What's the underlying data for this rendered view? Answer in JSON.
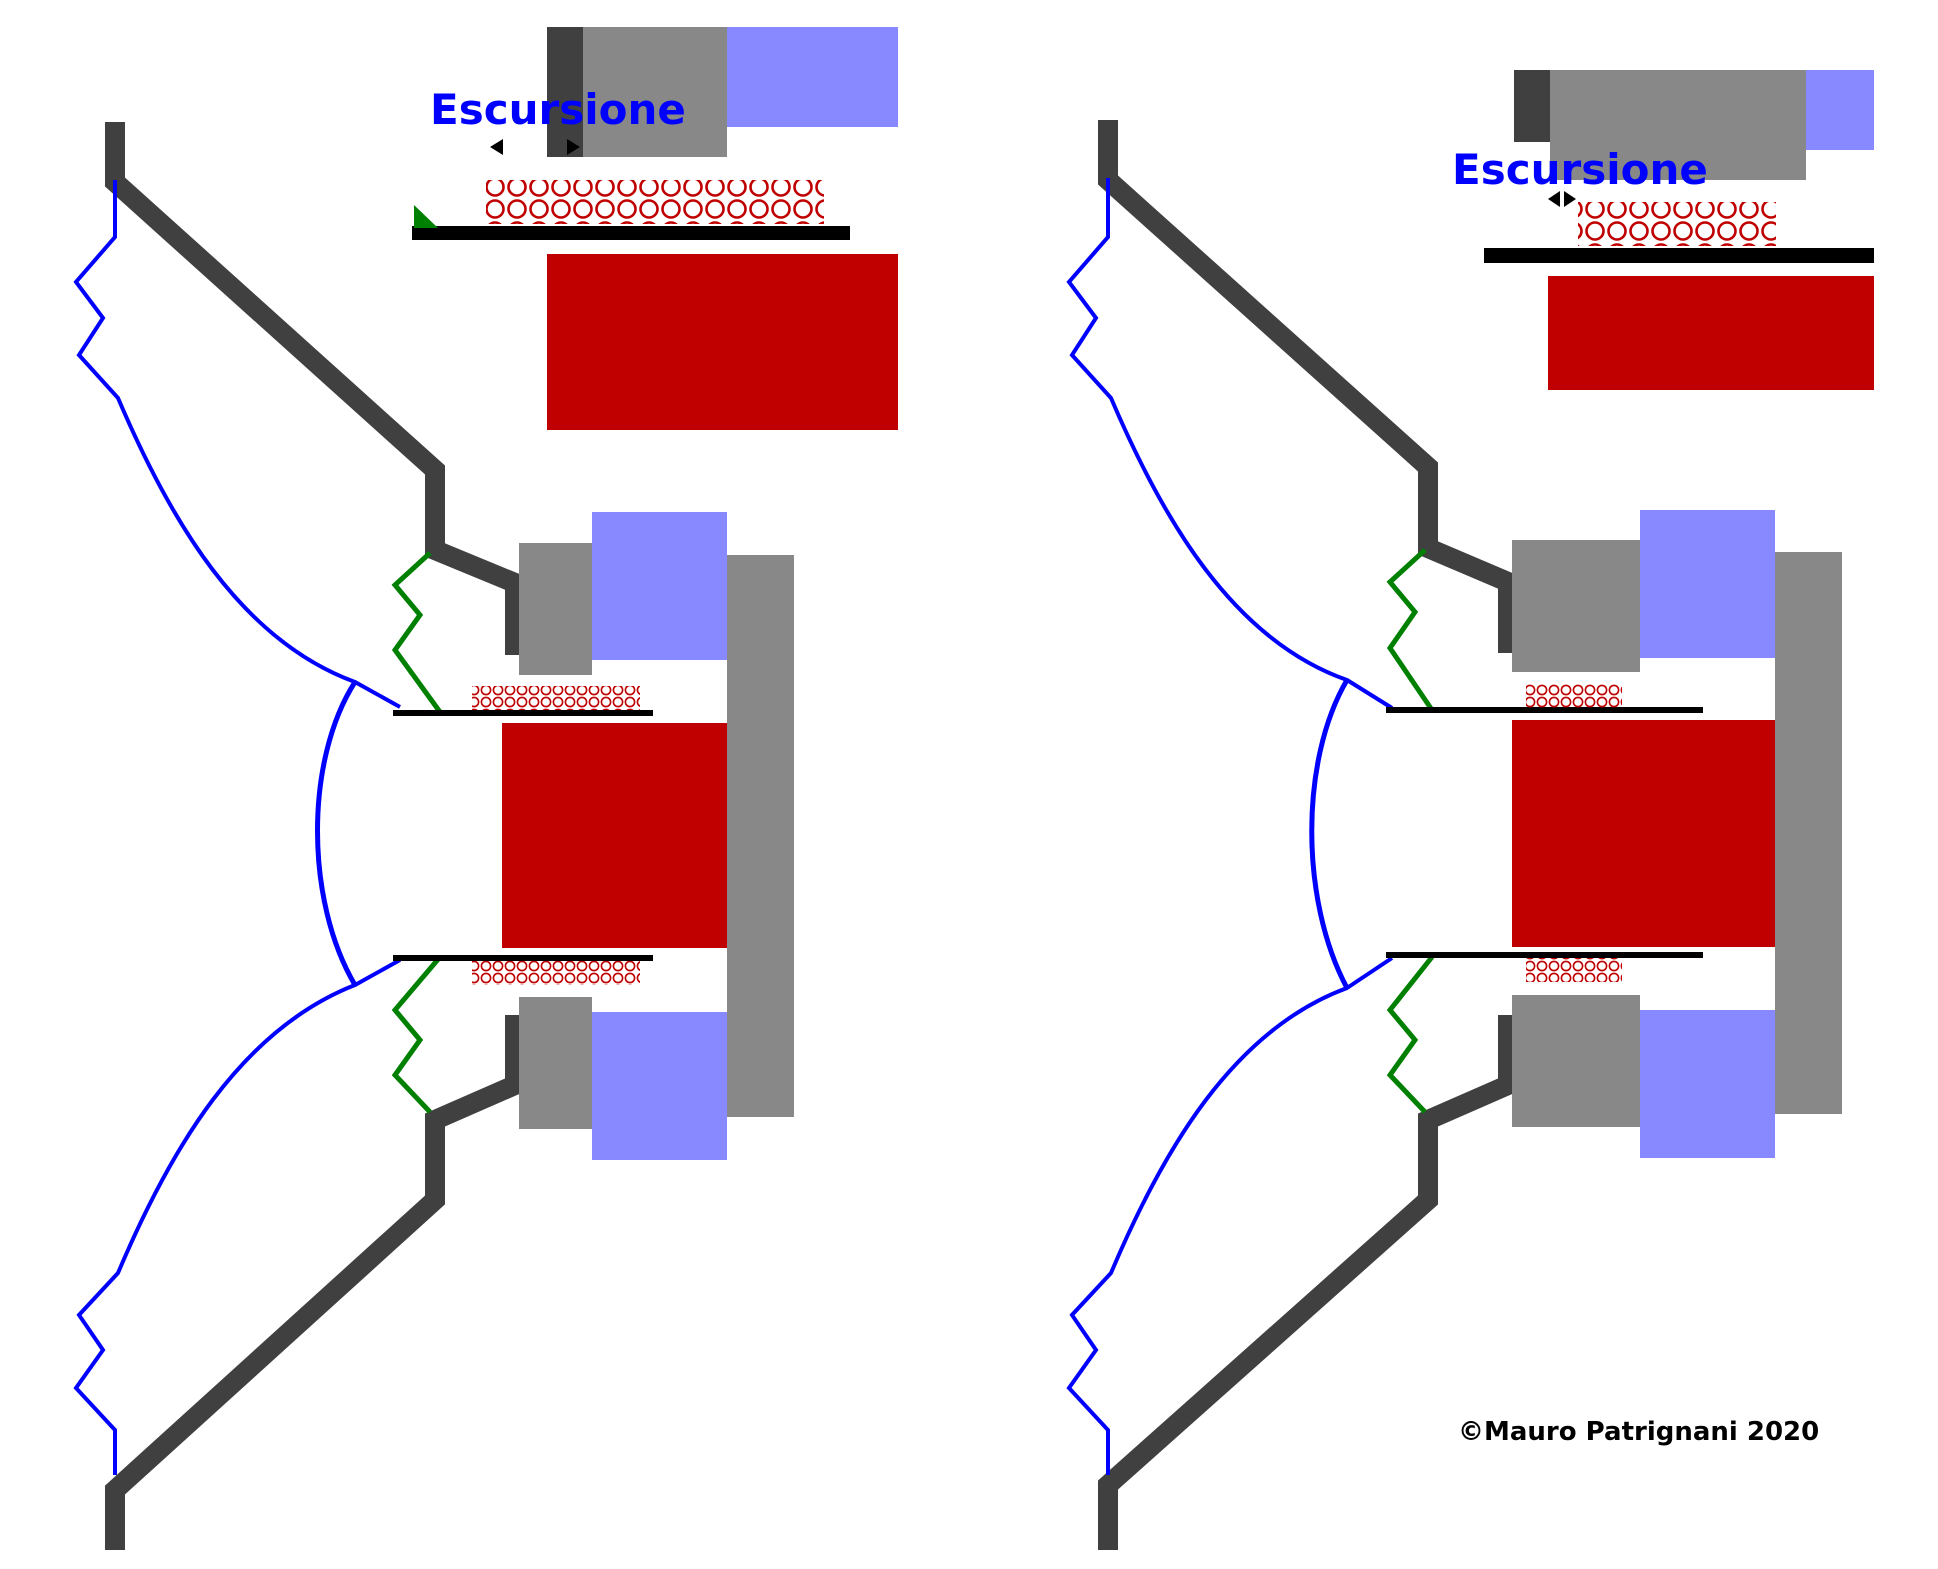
{
  "labels": {
    "left_excursion": "Escursione",
    "right_excursion": "Escursione",
    "credit": "©Mauro Patrignani 2020"
  },
  "colors": {
    "basket": "#404040",
    "surround": "#0000ff",
    "spider": "#008000",
    "coil_wire": "#c00000",
    "pole_magnet": "#c00000",
    "plate": "#808080",
    "magnet": "#8888ff",
    "former": "#000000",
    "arrow": "#000000",
    "label_text": "#0000ff",
    "credit_text": "#000000"
  },
  "icons": {
    "excursion_arrow": "double-arrow-icon",
    "coil_turn": "circle-wire-icon"
  }
}
